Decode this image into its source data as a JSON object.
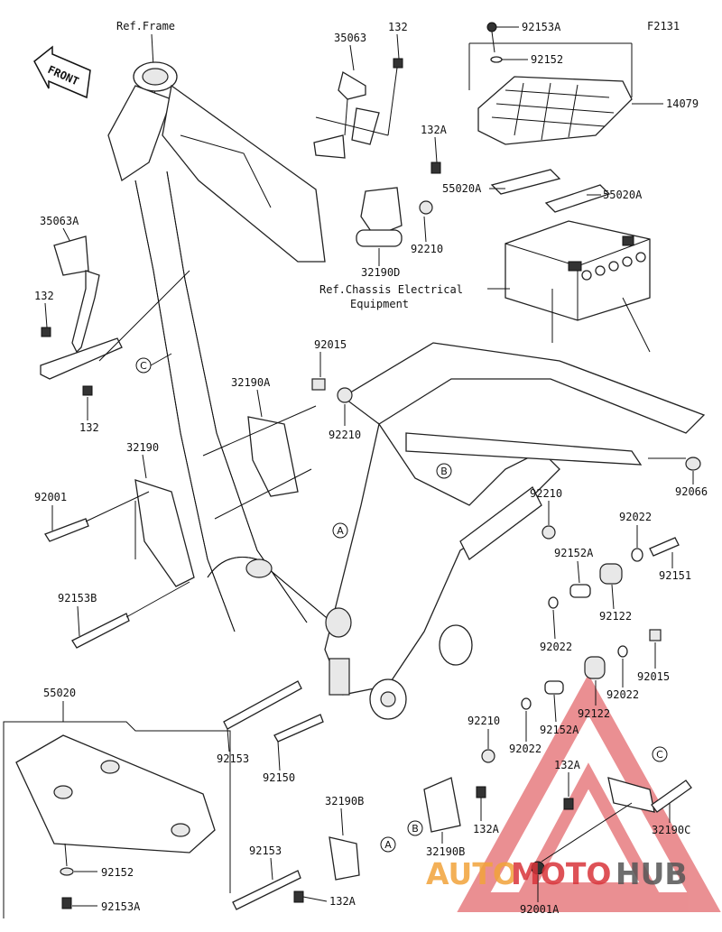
{
  "figure_code": "F2131",
  "front_label": "FRONT",
  "ref_frame": "Ref.Frame",
  "ref_chassis_line1": "Ref.Chassis Electrical",
  "ref_chassis_line2": "Equipment",
  "parts": {
    "p35063": "35063",
    "p132_top": "132",
    "p92153A_top": "92153A",
    "p92152_top": "92152",
    "p14079": "14079",
    "p132A_top": "132A",
    "p55020A_left": "55020A",
    "p55020A_right": "55020A",
    "p35063A": "35063A",
    "p132_left1": "132",
    "p132_left2": "132",
    "p92210_a": "92210",
    "p32190D": "32190D",
    "p92015_a": "92015",
    "p32190A": "32190A",
    "p92210_b": "92210",
    "p32190": "32190",
    "p92001": "92001",
    "p92153B": "92153B",
    "p92066": "92066",
    "p92210_c": "92210",
    "p92022_a": "92022",
    "p92151": "92151",
    "p92152A_a": "92152A",
    "p92122_a": "92122",
    "p92022_b": "92022",
    "p92015_b": "92015",
    "p92122_b": "92122",
    "p92022_c": "92022",
    "p55020": "55020",
    "p92210_d": "92210",
    "p92152A_b": "92152A",
    "p92022_d": "92022",
    "p92153_a": "92153",
    "p92150": "92150",
    "p132A_a": "132A",
    "p132A_b": "132A",
    "p32190B_a": "32190B",
    "p32190B_b": "32190B",
    "p32190C": "32190C",
    "p92153_b": "92153",
    "p132A_bot": "132A",
    "p92001A": "92001A",
    "p92152_bot": "92152",
    "p92153A_bot": "92153A"
  },
  "callouts": {
    "a": "A",
    "b": "B",
    "c": "C"
  },
  "watermark": {
    "part1": "AUTO",
    "part2": "MOTO",
    "part3": "HUB",
    "color1": "#f2a33a",
    "color2": "#d9343a",
    "color3": "#555555"
  }
}
